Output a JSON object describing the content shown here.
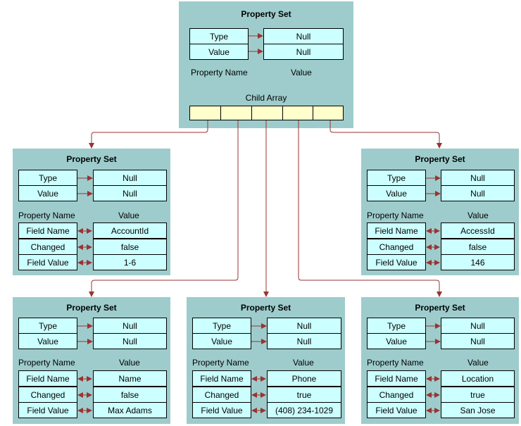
{
  "top": {
    "title": "Property Set",
    "type_label": "Type",
    "type_value": "Null",
    "value_label": "Value",
    "value_value": "Null",
    "property_name_header": "Property Name",
    "value_header": "Value",
    "child_array_label": "Child Array"
  },
  "children": [
    {
      "title": "Property Set",
      "type_label": "Type",
      "type_value": "Null",
      "value_label": "Value",
      "value_value": "Null",
      "property_name_header": "Property Name",
      "value_header": "Value",
      "rows": [
        {
          "name": "Field Name",
          "value": "AccountId"
        },
        {
          "name": "Changed",
          "value": "false"
        },
        {
          "name": "Field Value",
          "value": "1-6"
        }
      ]
    },
    {
      "title": "Property Set",
      "type_label": "Type",
      "type_value": "Null",
      "value_label": "Value",
      "value_value": "Null",
      "property_name_header": "Property Name",
      "value_header": "Value",
      "rows": [
        {
          "name": "Field Name",
          "value": "AccessId"
        },
        {
          "name": "Changed",
          "value": "false"
        },
        {
          "name": "Field Value",
          "value": "146"
        }
      ]
    },
    {
      "title": "Property Set",
      "type_label": "Type",
      "type_value": "Null",
      "value_label": "Value",
      "value_value": "Null",
      "property_name_header": "Property Name",
      "value_header": "Value",
      "rows": [
        {
          "name": "Field Name",
          "value": "Name"
        },
        {
          "name": "Changed",
          "value": "false"
        },
        {
          "name": "Field Value",
          "value": "Max Adams"
        }
      ]
    },
    {
      "title": "Property Set",
      "type_label": "Type",
      "type_value": "Null",
      "value_label": "Value",
      "value_value": "Null",
      "property_name_header": "Property Name",
      "value_header": "Value",
      "rows": [
        {
          "name": "Field Name",
          "value": "Phone"
        },
        {
          "name": "Changed",
          "value": "true"
        },
        {
          "name": "Field Value",
          "value": "(408) 234-1029"
        }
      ]
    },
    {
      "title": "Property Set",
      "type_label": "Type",
      "type_value": "Null",
      "value_label": "Value",
      "value_value": "Null",
      "property_name_header": "Property Name",
      "value_header": "Value",
      "rows": [
        {
          "name": "Field Name",
          "value": "Location"
        },
        {
          "name": "Changed",
          "value": "true"
        },
        {
          "name": "Field Value",
          "value": "San Jose"
        }
      ]
    }
  ],
  "colors": {
    "panel": "#9ecccc",
    "cell": "#ccffff",
    "child_slot": "#ffffcc",
    "connector": "#993333"
  }
}
